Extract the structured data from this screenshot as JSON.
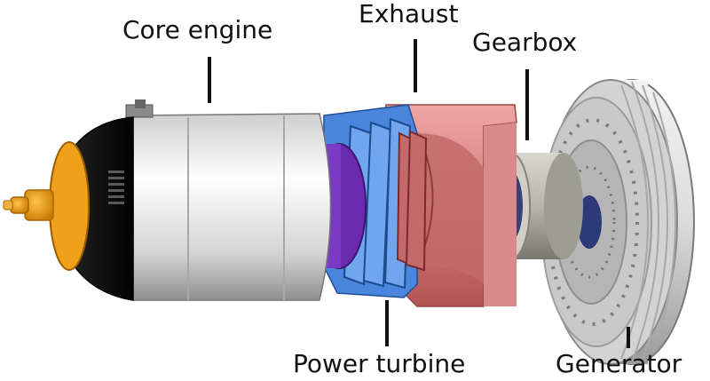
{
  "labels": {
    "core_engine": "Core engine",
    "exhaust": "Exhaust",
    "gearbox": "Gearbox",
    "power_turbine": "Power turbine",
    "generator": "Generator"
  },
  "colors": {
    "nozzle": "#e89a16",
    "nose_black": "#111111",
    "casing": "#e6e6e6",
    "turbine_blue": "#3b7fd6",
    "rotor_purple": "#6a2bb0",
    "exhaust_red": "#d97a7a",
    "gearbox_grey": "#b9b9b0",
    "generator_grey": "#d8d8d8"
  }
}
